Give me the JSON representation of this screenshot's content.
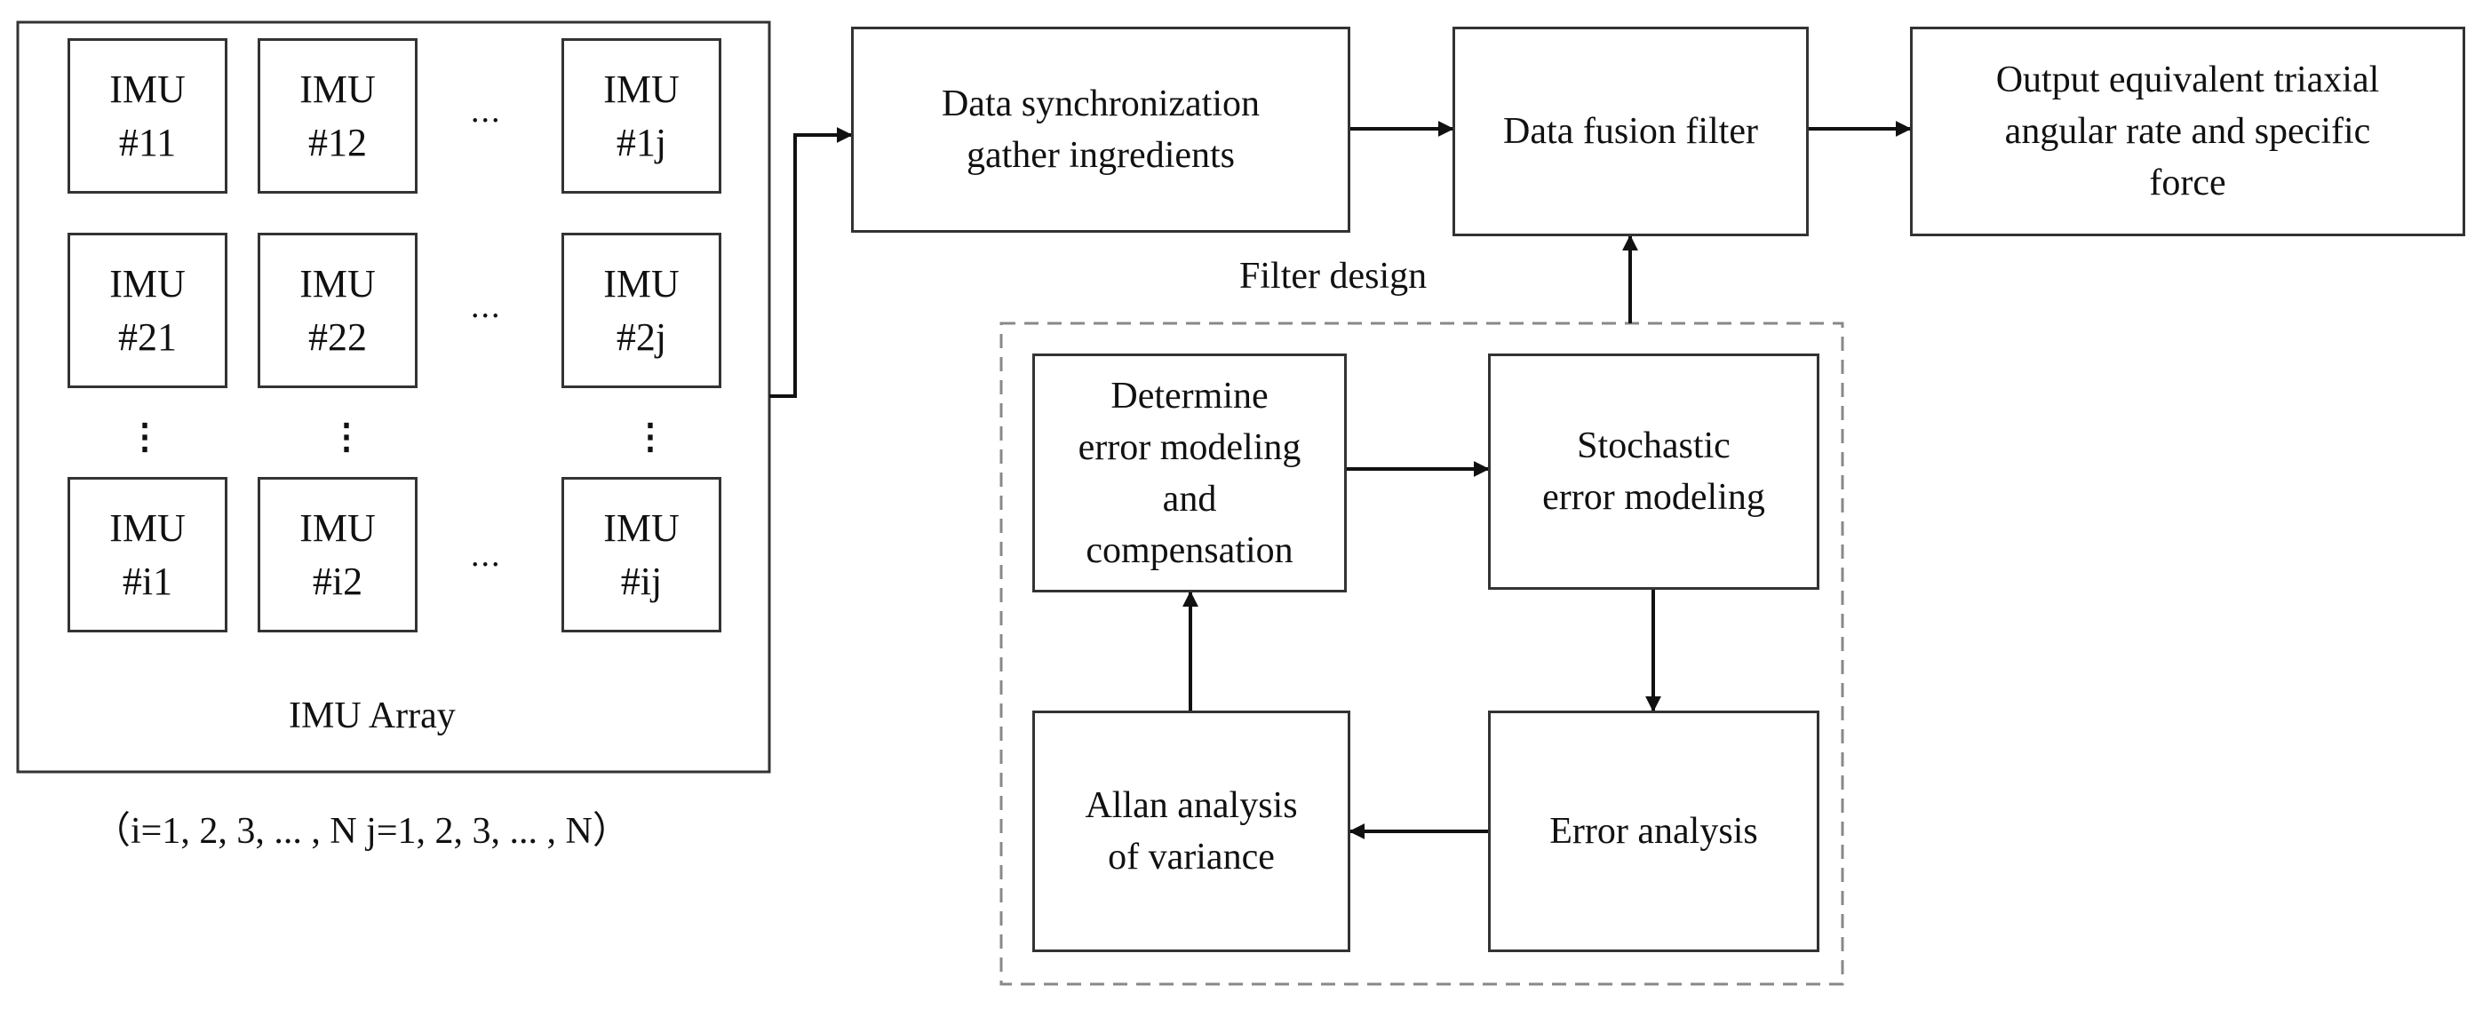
{
  "imu_array": {
    "label": "IMU Array",
    "index_note": "（i=1, 2, 3, ... , N  j=1, 2, 3, ... , N）",
    "rows": [
      [
        "IMU\n#11",
        "IMU\n#12",
        "IMU\n#1j"
      ],
      [
        "IMU\n#21",
        "IMU\n#22",
        "IMU\n#2j"
      ],
      [
        "IMU\n#i1",
        "IMU\n#i2",
        "IMU\n#ij"
      ]
    ],
    "h_ellipsis": "...",
    "v_ellipsis": "⋮"
  },
  "pipeline": {
    "sync": "Data synchronization\ngather ingredients",
    "fusion": "Data fusion filter",
    "output": "Output equivalent triaxial\nangular rate and specific\nforce"
  },
  "filter_design": {
    "label": "Filter design",
    "determine": "Determine\nerror modeling\nand\ncompensation",
    "stochastic": "Stochastic\nerror modeling",
    "allan": "Allan analysis\nof variance",
    "error_analysis": "Error analysis"
  }
}
